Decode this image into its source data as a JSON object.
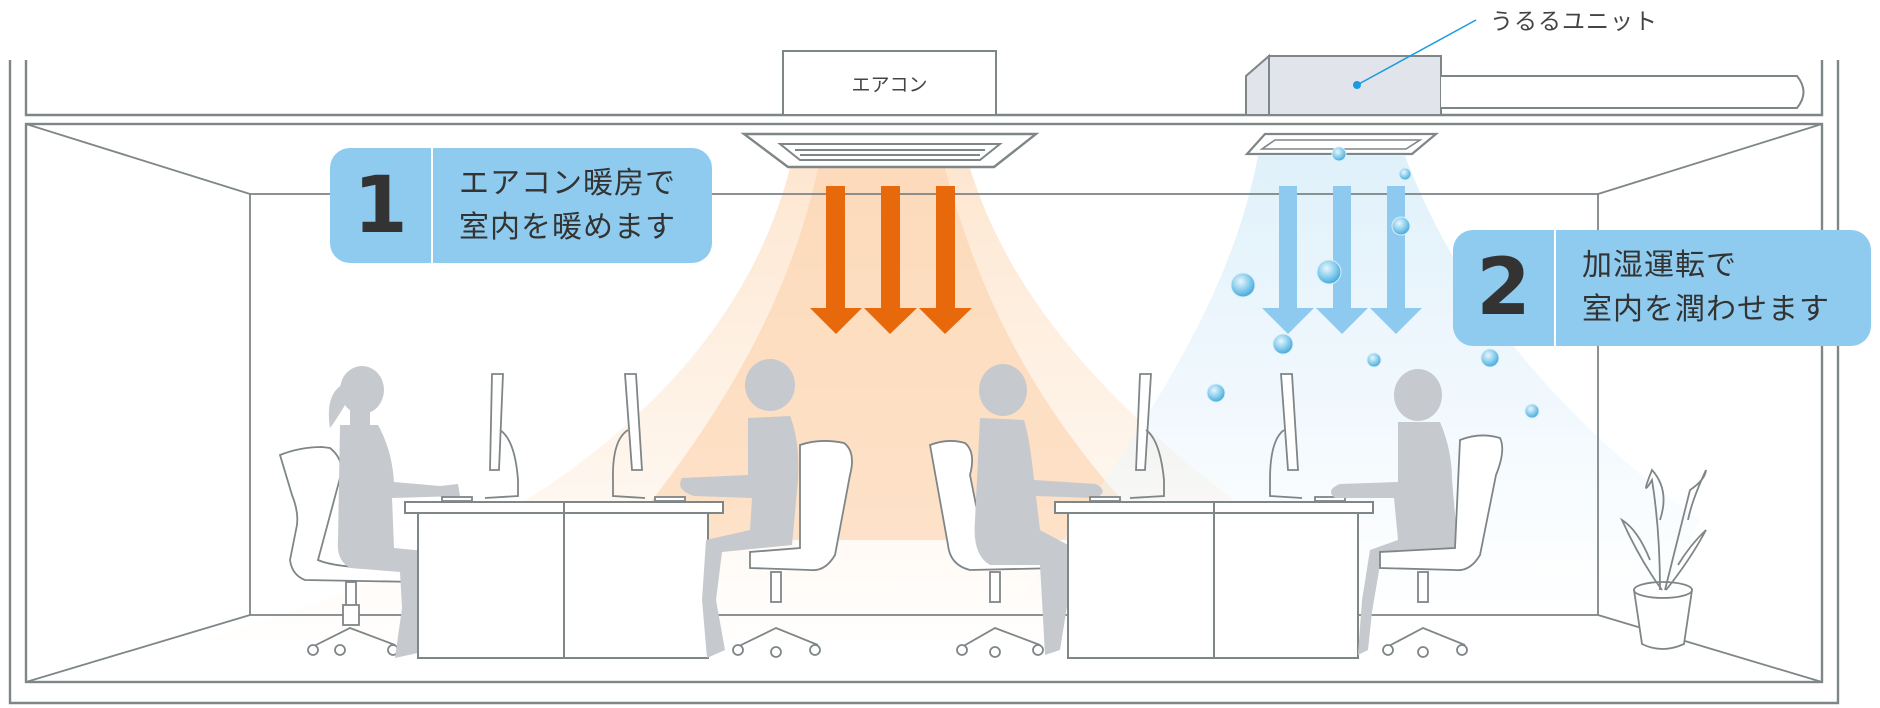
{
  "diagram": {
    "type": "office-cross-section",
    "aircon_label": "エアコン",
    "humidifier_label": "うるるユニット",
    "steps": [
      {
        "number": "1",
        "line1": "エアコン暖房で",
        "line2": "室内を暖めます",
        "arrow_color": "#e8680c",
        "flow": "warm air"
      },
      {
        "number": "2",
        "line1": "加湿運転で",
        "line2": "室内を潤わせます",
        "arrow_color": "#8ec9ef",
        "flow": "humidified air"
      }
    ],
    "colors": {
      "badge": "#8ecbef",
      "warm_arrow": "#e8680c",
      "warm_glow": "#fcd9b5",
      "cool_arrow": "#8ec9ef",
      "cool_glow": "#e3f2fb",
      "line": "#7f8688",
      "person": "#c6c9ce",
      "unit_fill": "#e1e4ea",
      "leader": "#1a9be0"
    }
  }
}
